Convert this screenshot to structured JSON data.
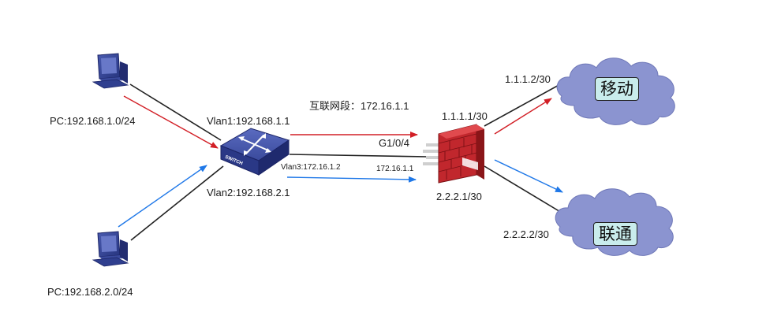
{
  "nodes": {
    "pc1": {
      "label": "PC:192.168.1.0/24",
      "icon": "desktop-computer-icon"
    },
    "pc2": {
      "label": "PC:192.168.2.0/24",
      "icon": "desktop-computer-icon"
    },
    "switch": {
      "icon": "network-switch-icon",
      "badge": "SWITCH"
    },
    "firewall": {
      "icon": "firewall-icon"
    },
    "mobile": {
      "label": "移动",
      "icon": "cloud-icon"
    },
    "unicom": {
      "label": "联通",
      "icon": "cloud-icon"
    }
  },
  "labels": {
    "vlan1": "Vlan1:192.168.1.1",
    "vlan2": "Vlan2:192.168.2.1",
    "vlan3": "Vlan3:172.16.1.2",
    "interconnect": "互联网段：172.16.1.1",
    "port": "G1/0/4",
    "fw_inner_ip": "172.16.1.1",
    "fw_wan1": "1.1.1.1/30",
    "fw_wan2": "2.2.2.1/30",
    "mobile_ip": "1.1.1.2/30",
    "unicom_ip": "2.2.2.2/30"
  },
  "colors": {
    "link": "#222222",
    "mobile_flow": "#d21f26",
    "unicom_flow": "#1f78e8",
    "device_blue": "#2f3f8f",
    "cloud_fill": "#8b94d0",
    "cloud_label_bg": "#c9ecec",
    "firewall_red": "#c1272d"
  }
}
